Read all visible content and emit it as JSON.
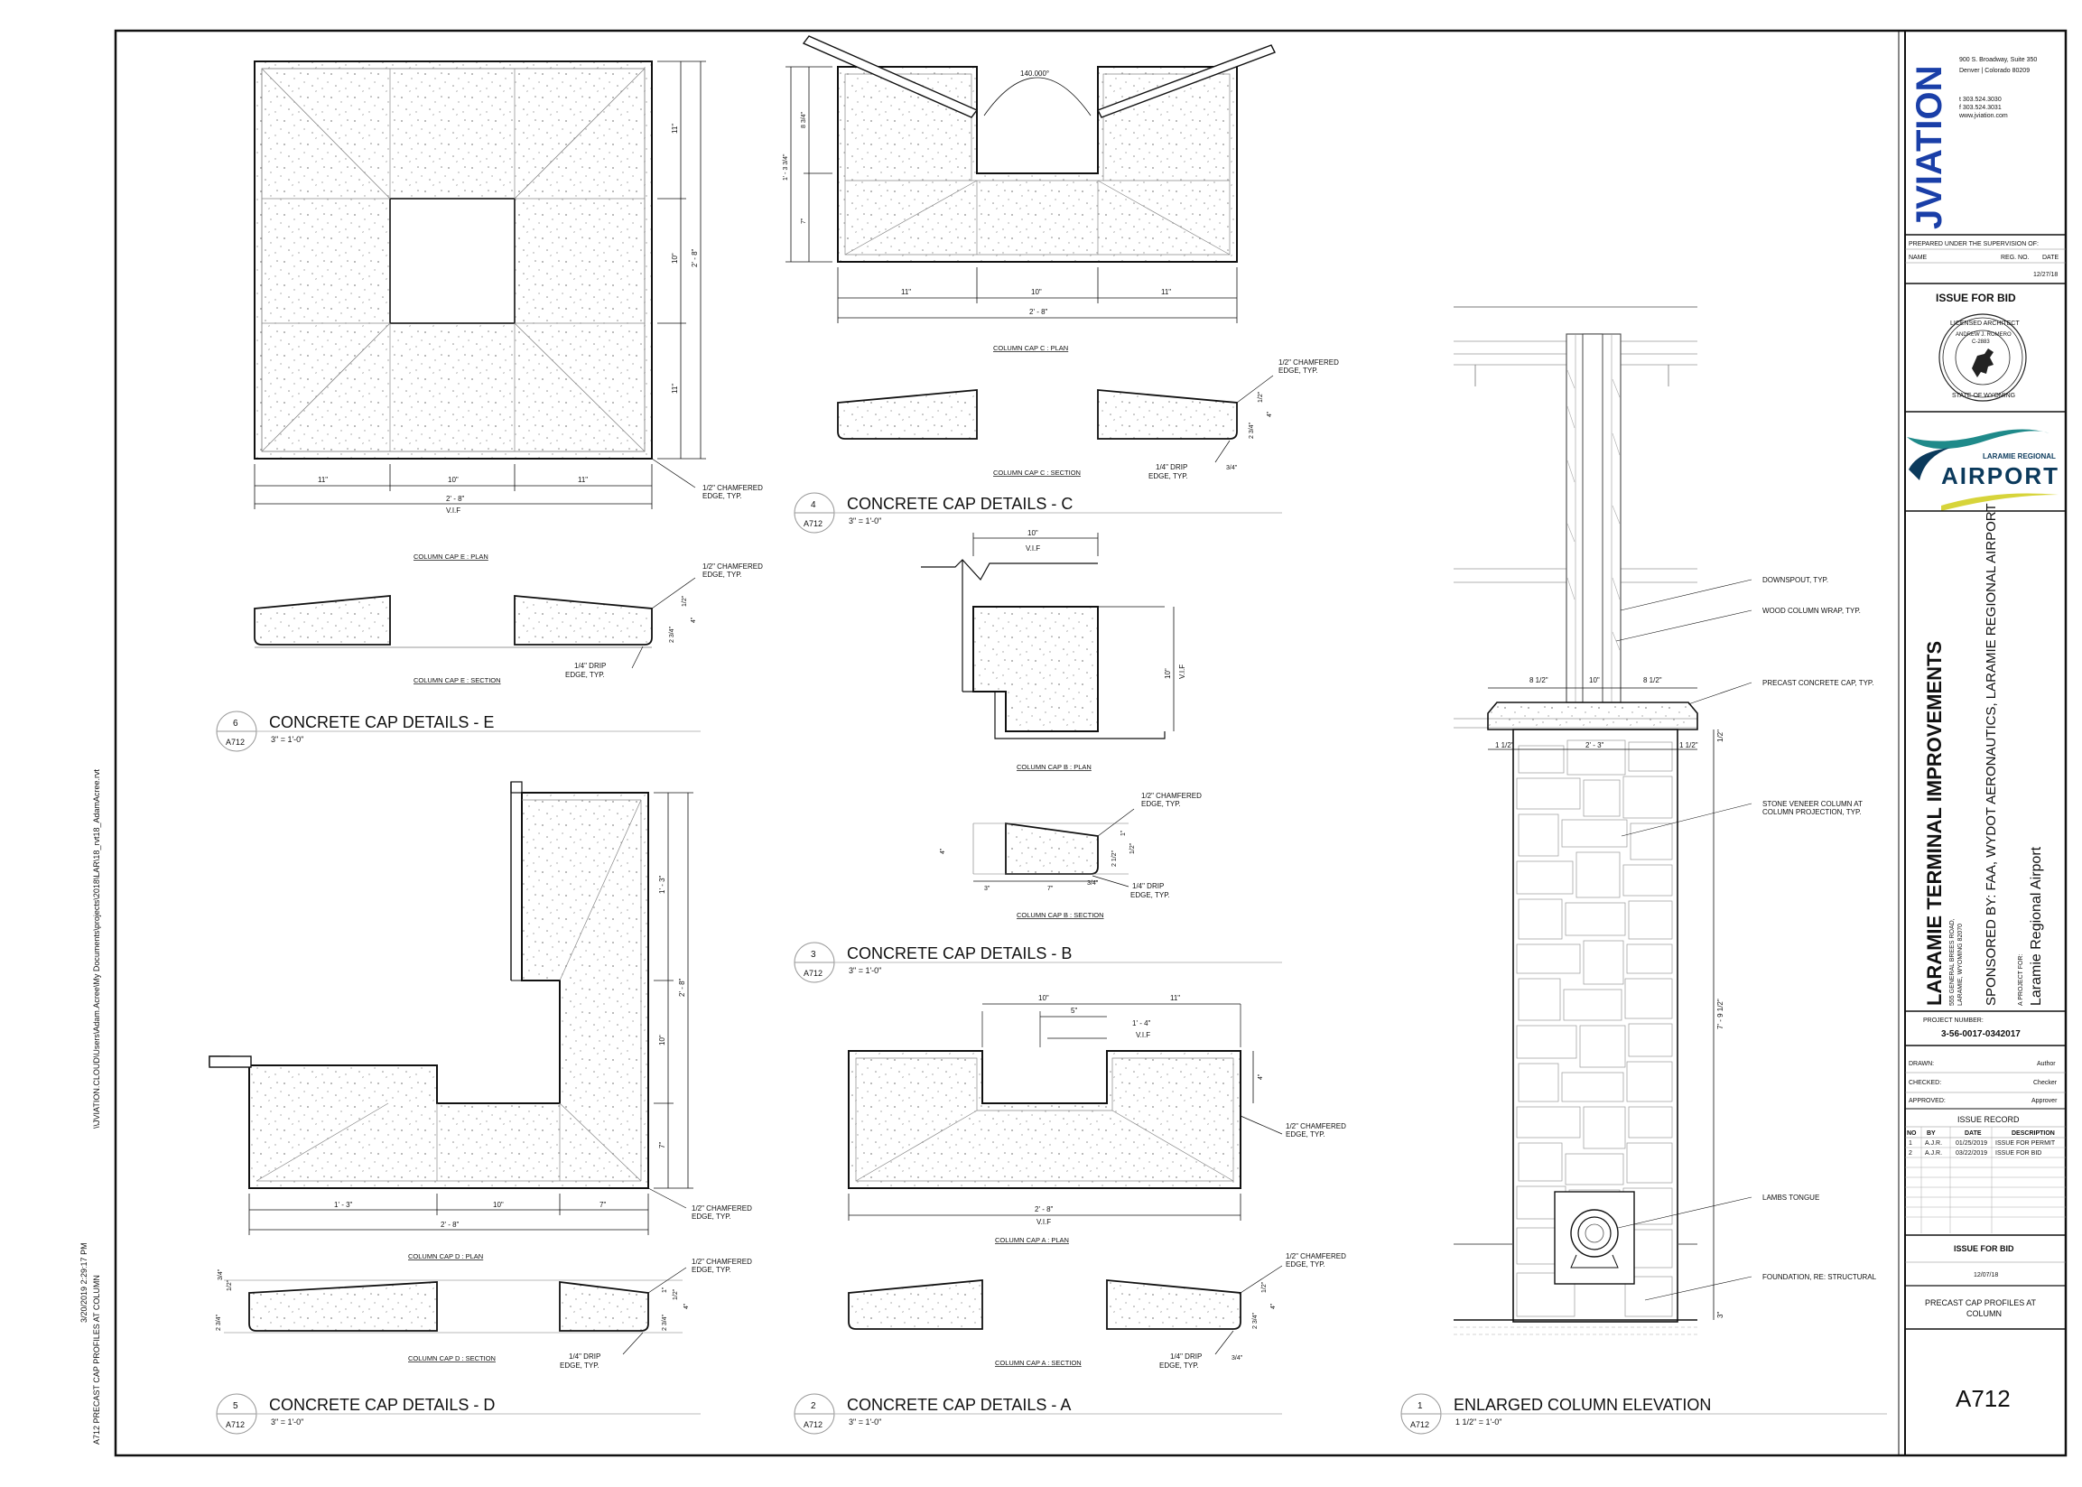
{
  "sheet": {
    "number": "A712",
    "path_line": "\\\\JVIATION.CLOUD\\Users\\Adam.Acree\\My Documents\\projects\\2018\\LAR\\18_rvt18_AdamAcree.rvt",
    "print_line": "A712 PRECAST CAP PROFILES AT COLUMN",
    "print_date": "3/20/2019 2:29:17 PM"
  },
  "firm": {
    "logo": "JVIATION",
    "addr1": "900 S. Broadway, Suite 350",
    "addr2": "Denver | Colorado 80209",
    "phone": "t 303.524.3030",
    "fax": "f 303.524.3031",
    "web": "www.jviation.com"
  },
  "supervision": {
    "heading": "PREPARED UNDER THE SUPERVISION OF:",
    "name_label": "NAME",
    "reg_label": "REG. NO.",
    "date_label": "DATE",
    "date": "12/27/18"
  },
  "issue_top": "ISSUE FOR BID",
  "seal": {
    "top": "LICENSED ARCHITECT",
    "name": "ANDREW J. ROMERO",
    "num": "C-2883",
    "bottom": "STATE OF WYOMING"
  },
  "airport_logo": {
    "line1": "LARAMIE REGIONAL",
    "line2": "AIRPORT",
    "accent": "#1f8a8a",
    "dark": "#0b3a5c",
    "yellow": "#d7d43a"
  },
  "project": {
    "title": "LARAMIE TERMINAL IMPROVEMENTS",
    "addr1": "555 GENERAL BREES ROAD,",
    "addr2": "LARAMIE, WYOMING 82070",
    "sponsor": "SPONSORED BY: FAA, WYDOT AERONAUTICS, LARAMIE REGIONAL AIRPORT",
    "for_label": "A PROJECT FOR:",
    "client": "Laramie Regional Airport",
    "number_label": "PROJECT NUMBER:",
    "number": "3-56-0017-0342017"
  },
  "roles": [
    {
      "label": "DRAWN:",
      "value": "Author"
    },
    {
      "label": "CHECKED:",
      "value": "Checker"
    },
    {
      "label": "APPROVED:",
      "value": "Approver"
    }
  ],
  "issue_record": {
    "title": "ISSUE RECORD",
    "headers": [
      "NO",
      "BY",
      "DATE",
      "DESCRIPTION"
    ],
    "rows": [
      [
        "1",
        "A.J.R.",
        "01/25/2019",
        "ISSUE FOR PERMIT"
      ],
      [
        "2",
        "A.J.R.",
        "03/22/2019",
        "ISSUE FOR BID"
      ]
    ]
  },
  "issue_bottom": {
    "label": "ISSUE FOR BID",
    "date": "12/07/18"
  },
  "sheet_title": {
    "line1": "PRECAST CAP PROFILES AT",
    "line2": "COLUMN"
  },
  "details": {
    "d6": {
      "num": "6",
      "sheet": "A712",
      "title": "CONCRETE CAP DETAILS - E",
      "scale": "3\" = 1'-0\""
    },
    "d5": {
      "num": "5",
      "sheet": "A712",
      "title": "CONCRETE CAP DETAILS - D",
      "scale": "3\" = 1'-0\""
    },
    "d4": {
      "num": "4",
      "sheet": "A712",
      "title": "CONCRETE CAP DETAILS - C",
      "scale": "3\" = 1'-0\""
    },
    "d3": {
      "num": "3",
      "sheet": "A712",
      "title": "CONCRETE CAP DETAILS - B",
      "scale": "3\" = 1'-0\""
    },
    "d2": {
      "num": "2",
      "sheet": "A712",
      "title": "CONCRETE CAP DETAILS - A",
      "scale": "3\" = 1'-0\""
    },
    "d1": {
      "num": "1",
      "sheet": "A712",
      "title": "ENLARGED COLUMN ELEVATION",
      "scale": "1 1/2\" = 1'-0\""
    }
  },
  "captions": {
    "e_plan": "COLUMN CAP E : PLAN",
    "e_section": "COLUMN CAP E : SECTION",
    "c_plan": "COLUMN CAP C : PLAN",
    "c_section": "COLUMN CAP C : SECTION",
    "b_plan": "COLUMN CAP B : PLAN",
    "b_section": "COLUMN CAP B : SECTION",
    "d_plan": "COLUMN CAP D : PLAN",
    "d_section": "COLUMN CAP D : SECTION",
    "a_plan": "COLUMN CAP A : PLAN",
    "a_section": "COLUMN CAP A : SECTION"
  },
  "notes": {
    "chamfer": "1/2\" CHAMFERED",
    "edge_typ": "EDGE, TYP.",
    "drip": "1/4\" DRIP",
    "downspout": "DOWNSPOUT, TYP.",
    "wood_wrap": "WOOD COLUMN WRAP, TYP.",
    "precast": "PRECAST CONCRETE CAP, TYP.",
    "stone1": "STONE VENEER COLUMN AT",
    "stone2": "COLUMN PROJECTION, TYP.",
    "lambs": "LAMBS TONGUE",
    "foundation": "FOUNDATION, RE: STRUCTURAL"
  },
  "dims": {
    "d11": "11\"",
    "d10": "10\"",
    "d2_8": "2' - 8\"",
    "vif": "V.I.F",
    "d7": "7\"",
    "d5": "5\"",
    "d4": "4\"",
    "d3": "3\"",
    "d1": "1\"",
    "d1_3": "1' - 3\"",
    "d1_4": "1' - 4\"",
    "d2_3q": "2 3/4\"",
    "d1_2": "1/2\"",
    "d3_4": "3/4\"",
    "d8_3q": "8 3/4\"",
    "d1_3_3q": "1' - 3 3/4\"",
    "d140": "140.000°",
    "d8_half": "8 1/2\"",
    "d2_3": "2' - 3\"",
    "d1_half": "1 1/2\"",
    "d7_9": "7' - 9 1/2\"",
    "d2_0": "2 1/2\""
  }
}
